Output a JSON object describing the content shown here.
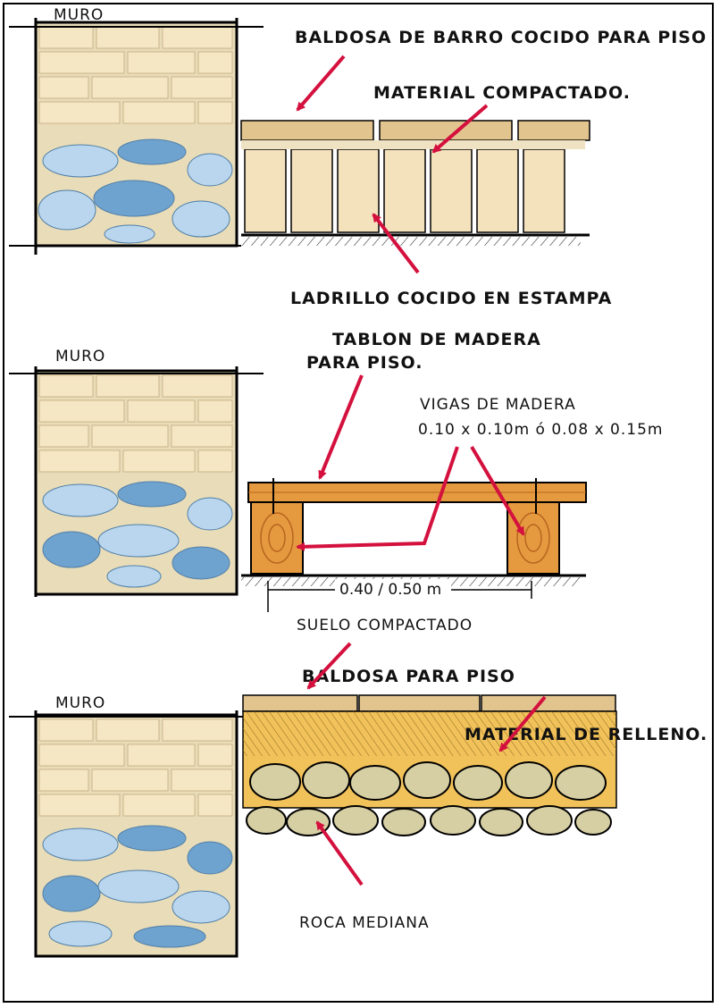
{
  "colors": {
    "brick_light": "#f6e7c4",
    "brick_mid": "#efd6a6",
    "mortar": "#e9dcb8",
    "stone_blue": "#6fa3cf",
    "stone_light": "#b9d6ee",
    "tile": "#e2c48f",
    "wood": "#e59a3f",
    "wood_dark": "#b8651f",
    "fill_yellow": "#f2c25a",
    "rock": "#d7cfa4",
    "arrow": "#d4113e"
  },
  "panel1": {
    "wall_label": "MURO",
    "label_tile": "BALDOSA DE BARRO COCIDO PARA PISO",
    "label_compacted": "MATERIAL COMPACTADO.",
    "label_brick": "LADRILLO COCIDO EN ESTAMPA"
  },
  "panel2": {
    "wall_label": "MURO",
    "label_plank_line1": "TABLON DE MADERA",
    "label_plank_line2": "PARA PISO.",
    "label_beams_line1": "VIGAS DE MADERA",
    "label_beams_line2": "0.10 x 0.10m  ó  0.08 x 0.15m",
    "label_spacing": "0.40 / 0.50 m",
    "label_soil": "SUELO COMPACTADO"
  },
  "panel3": {
    "wall_label": "MURO",
    "label_tile": "BALDOSA PARA PISO",
    "label_fill": "MATERIAL DE RELLENO.",
    "label_rock": "ROCA MEDIANA"
  }
}
